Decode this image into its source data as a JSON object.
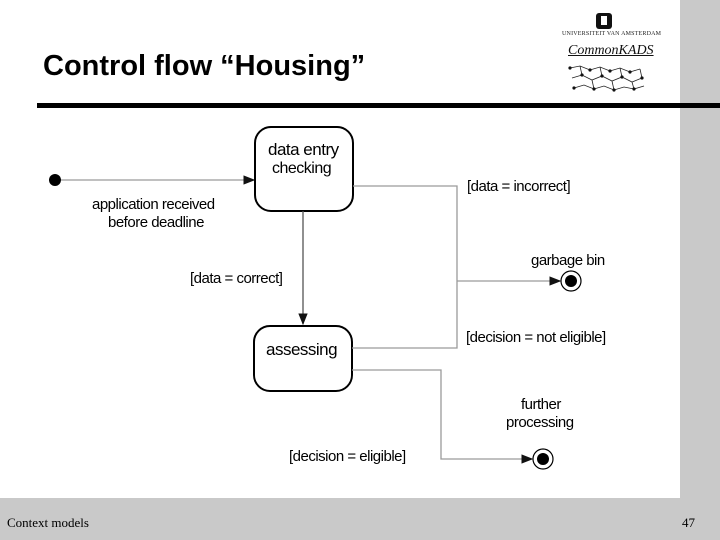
{
  "slide": {
    "title": "Control flow “Housing”",
    "footer_left": "Context models",
    "page_number": "47"
  },
  "logo": {
    "university": "UNIVERSITEIT VAN AMSTERDAM",
    "brand": "CommonKADS"
  },
  "diagram": {
    "states": {
      "data_entry_line1": "data entry",
      "data_entry_line2": "checking",
      "assessing": "assessing"
    },
    "labels": {
      "start_line1": "application received",
      "start_line2": "before deadline",
      "data_incorrect": "[data = incorrect]",
      "garbage_bin": "garbage bin",
      "data_correct": "[data = correct]",
      "not_eligible": "[decision = not eligible]",
      "further_line1": "further",
      "further_line2": "processing",
      "eligible": "[decision = eligible]"
    }
  },
  "colors": {
    "band": "#c9c9c9",
    "line": "#9a9a9a"
  }
}
